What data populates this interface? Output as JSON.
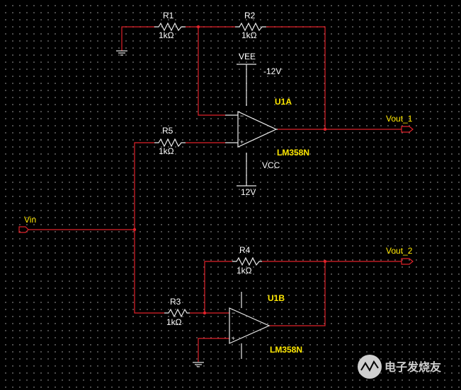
{
  "resistors": [
    {
      "ref": "R1",
      "value": "1kΩ"
    },
    {
      "ref": "R2",
      "value": "1kΩ"
    },
    {
      "ref": "R5",
      "value": "1kΩ"
    },
    {
      "ref": "R4",
      "value": "1kΩ"
    },
    {
      "ref": "R3",
      "value": "1kΩ"
    }
  ],
  "opamps": [
    {
      "ref": "U1A",
      "part": "LM358N"
    },
    {
      "ref": "U1B",
      "part": "LM358N"
    }
  ],
  "supplies": {
    "vee_label": "VEE",
    "vee_value": "-12V",
    "vcc_label": "VCC",
    "vcc_value": "12V"
  },
  "ports": {
    "vin": "Vin",
    "vout1": "Vout_1",
    "vout2": "Vout_2"
  },
  "pin_marks": {
    "minus": "−",
    "plus": "+"
  },
  "watermark": {
    "text": "电子发烧友"
  },
  "colors": {
    "wire": "#e0222a",
    "component": "#e8e8e8",
    "label_yellow": "#ffe800",
    "background": "#000000"
  }
}
